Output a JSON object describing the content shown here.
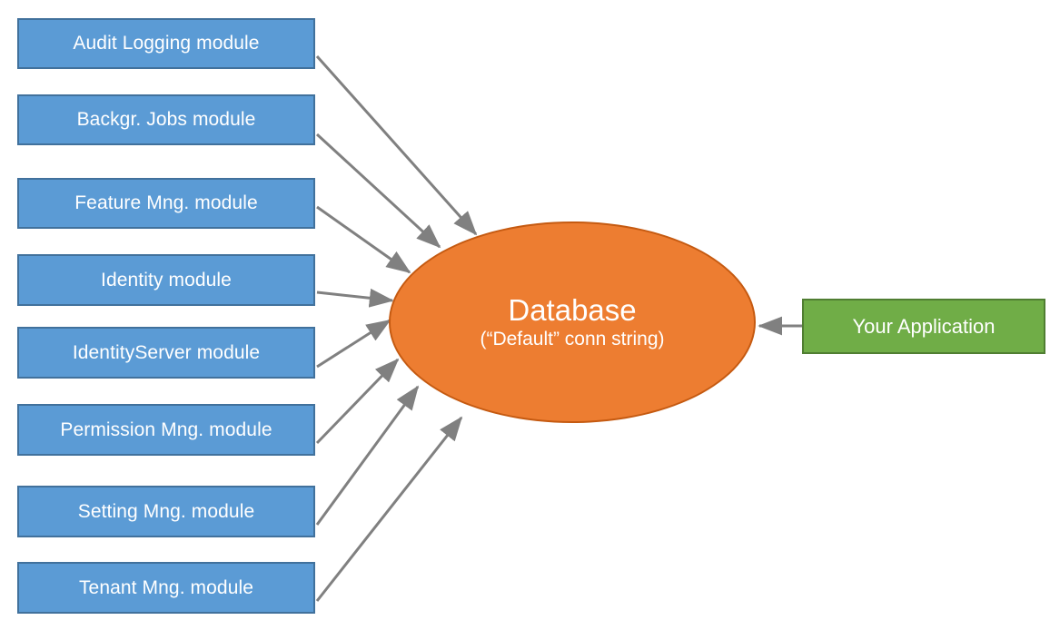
{
  "diagram": {
    "title": "ABP module database relationship diagram",
    "colors": {
      "module_fill": "#5b9bd5",
      "module_border": "#41719c",
      "database_fill": "#ed7d31",
      "database_border": "#c55a11",
      "application_fill": "#70ad47",
      "application_border": "#507e32",
      "arrow": "#808080",
      "background": "#ffffff",
      "text": "#ffffff"
    },
    "modules": [
      {
        "label": "Audit Logging module"
      },
      {
        "label": "Backgr. Jobs module"
      },
      {
        "label": "Feature Mng. module"
      },
      {
        "label": "Identity module"
      },
      {
        "label": "IdentityServer module"
      },
      {
        "label": "Permission Mng. module"
      },
      {
        "label": "Setting Mng. module"
      },
      {
        "label": "Tenant Mng. module"
      }
    ],
    "database": {
      "title": "Database",
      "subtitle": "(“Default” conn string)"
    },
    "application": {
      "label": "Your Application"
    }
  }
}
